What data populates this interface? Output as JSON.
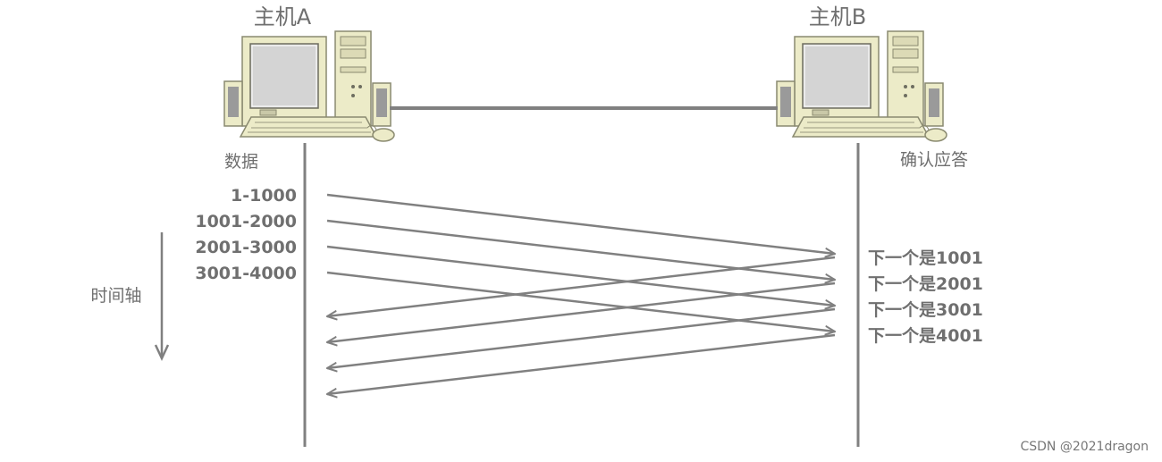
{
  "hosts": {
    "a": {
      "label": "主机A",
      "column_label": "数据"
    },
    "b": {
      "label": "主机B",
      "column_label": "确认应答"
    }
  },
  "time_axis_label": "时间轴",
  "segments": [
    "1-1000",
    "1001-2000",
    "2001-3000",
    "3001-4000"
  ],
  "acks": [
    "下一个是1001",
    "下一个是2001",
    "下一个是3001",
    "下一个是4001"
  ],
  "watermark": "CSDN @2021dragon",
  "colors": {
    "line": "#808080",
    "text": "#6f6f6f",
    "computer_body": "#ecebc8",
    "screen": "#d4d4d4"
  },
  "icons": {
    "host_a": "desktop-computer-icon",
    "host_b": "desktop-computer-icon"
  }
}
